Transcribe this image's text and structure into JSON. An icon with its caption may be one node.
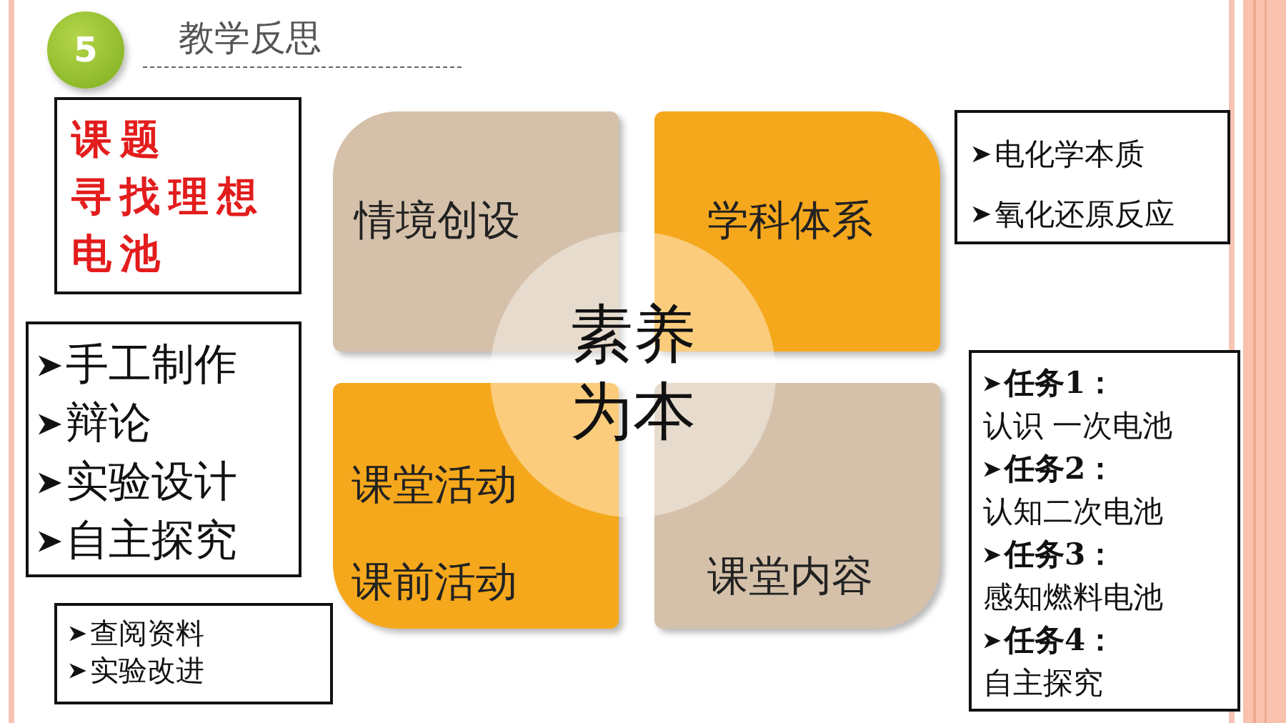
{
  "diagram": {
    "title": "教学反思",
    "nodes": [
      {
        "text": [
          "课题",
          "寻找理想电池"
        ]
      },
      {
        "text": [
          "手工制作",
          "辩论",
          "实验设计",
          "自主探究"
        ]
      },
      {
        "text": [
          "查阅资料",
          "实验改进"
        ]
      },
      {
        "text": [
          "情境创设"
        ]
      },
      {
        "text": [
          "学科体系"
        ]
      },
      {
        "text": [
          "课堂活动",
          "课前活动"
        ]
      },
      {
        "text": [
          "课堂内容"
        ]
      },
      {
        "text": [
          "素养为本"
        ]
      },
      {
        "text": [
          "电化学本质",
          "氧化还原反应"
        ]
      },
      {
        "text": [
          "任务1：",
          "认识 一次电池",
          "任务2：",
          "认知二次电池",
          "任务3：",
          "感知燃料电池",
          "任务4：",
          "自主探究"
        ]
      }
    ],
    "edges": [],
    "labels": [
      "5"
    ]
  }
}
